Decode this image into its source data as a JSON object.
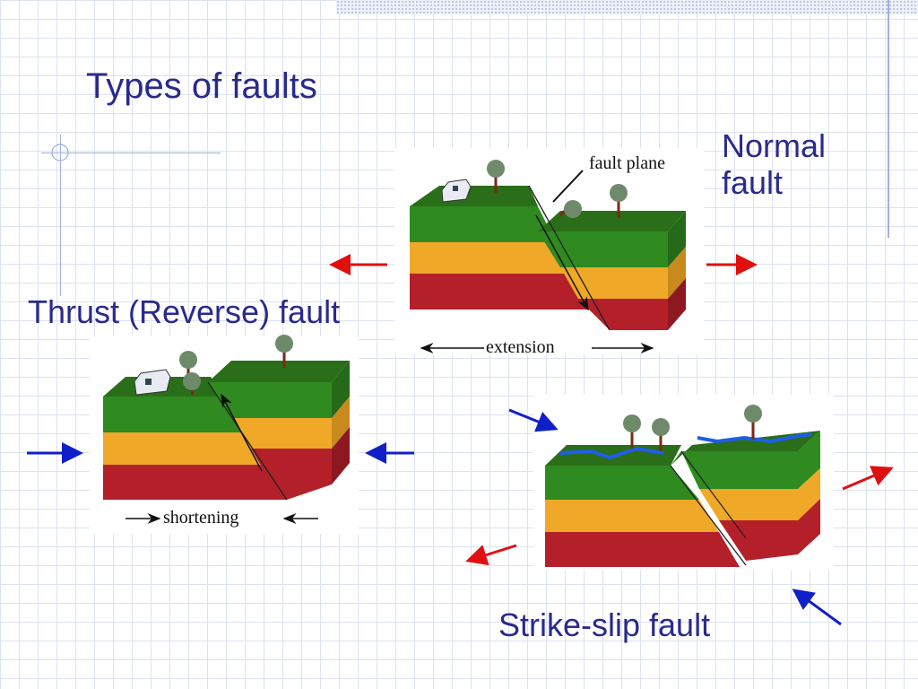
{
  "slide": {
    "title": "Types of faults"
  },
  "diagrams": {
    "normal": {
      "label": "Normal fault",
      "annotation_fault_plane": "fault plane",
      "annotation_motion": "extension"
    },
    "thrust": {
      "label": "Thrust (Reverse) fault",
      "annotation_motion": "shortening"
    },
    "strike_slip": {
      "label": "Strike-slip fault"
    }
  },
  "colors": {
    "title_text": "#2a2a8c",
    "grass": "#2f8a1f",
    "grass_top": "#2a6e1a",
    "middle_layer": "#f0a828",
    "bottom_layer": "#b3202a",
    "arrow_red": "#e01010",
    "arrow_blue": "#1020c8",
    "river": "#1e5ee8"
  }
}
